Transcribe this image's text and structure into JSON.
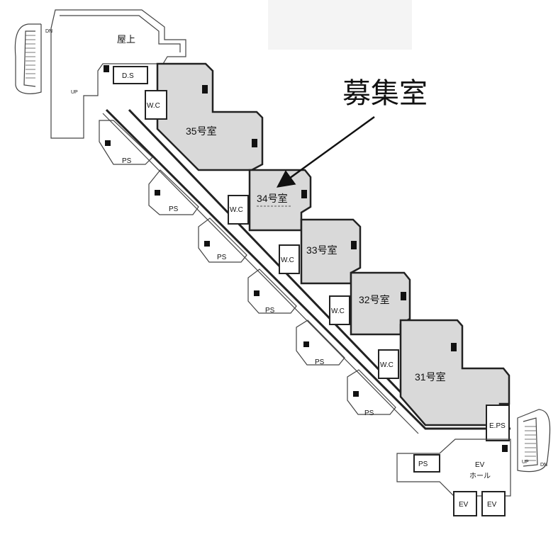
{
  "vacancy_note": "募集室",
  "top_area_label": "屋上",
  "ds_label": "D.S",
  "units": [
    {
      "label": "35号室"
    },
    {
      "label": "34号室"
    },
    {
      "label": "33号室"
    },
    {
      "label": "32号室"
    },
    {
      "label": "31号室"
    }
  ],
  "wc_label": "W.C",
  "ps_label": "PS",
  "eps_label": "E.PS",
  "ev_hall_label": "EV\nホール",
  "ev_label": "EV",
  "stair_up_label": "UP",
  "stair_down_label": "DN",
  "colors": {
    "vacant_fill": "#d9d9d9",
    "wall": "#222222"
  }
}
